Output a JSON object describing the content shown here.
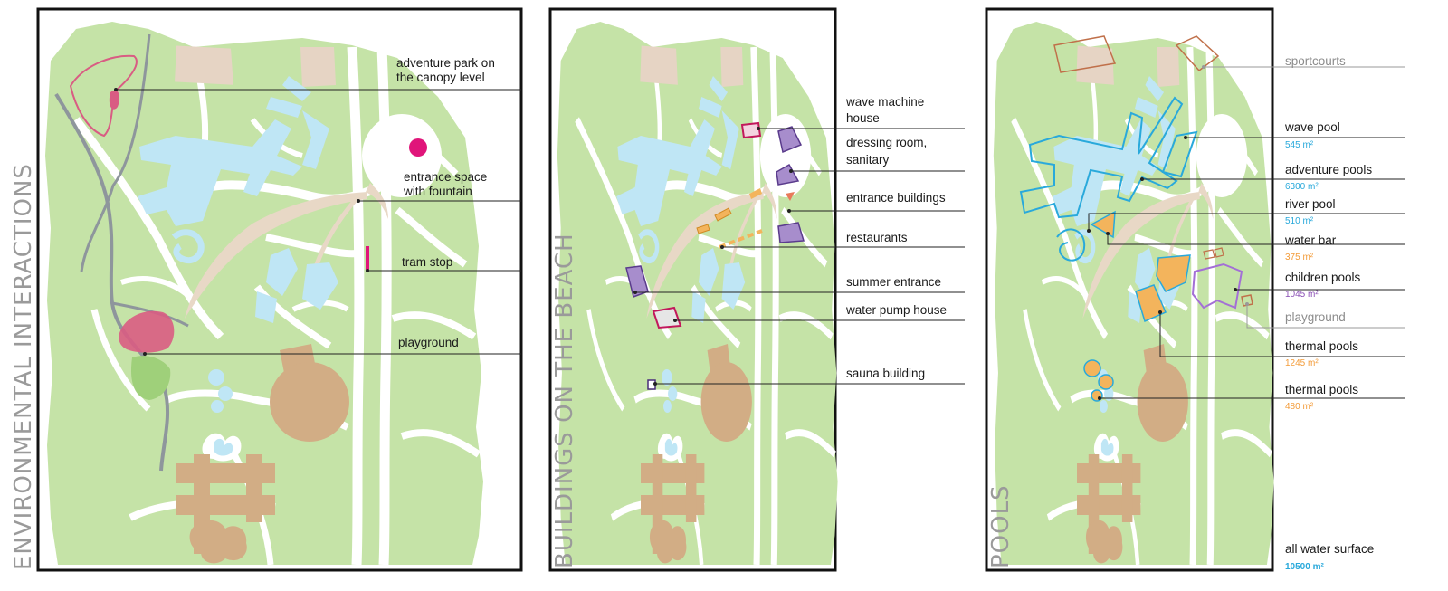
{
  "colors": {
    "grass": "#c5e3a7",
    "path": "#ffffff",
    "plaza": "#e8d8c6",
    "water": "#bfe6f5",
    "building": "#d2ad85",
    "court": "#e6d4c4",
    "frame": "#111111",
    "magenta": "#e0157a",
    "tram_road": "#8e969c",
    "pink_zone": "#d95c83",
    "violet": "#a78dcc",
    "orange": "#f3b45c",
    "area_blue": "#29a9db",
    "area_orange": "#f39c3a",
    "area_violet": "#8a4fb5"
  },
  "panels": [
    {
      "title": "ENVIRONMENTAL INTERACTIONS",
      "labels": [
        {
          "text_lines": [
            "adventure park on",
            "the canopy level"
          ]
        },
        {
          "text_lines": [
            "entrance space",
            "with fountain"
          ]
        },
        {
          "text_lines": [
            "tram stop"
          ]
        },
        {
          "text_lines": [
            "playground"
          ]
        }
      ]
    },
    {
      "title": "BUILDINGS ON THE BEACH",
      "labels": [
        {
          "text_lines": [
            "wave machine",
            "house"
          ]
        },
        {
          "text_lines": [
            "dressing room,",
            "sanitary"
          ]
        },
        {
          "text_lines": [
            "entrance buildings"
          ]
        },
        {
          "text_lines": [
            "restaurants"
          ]
        },
        {
          "text_lines": [
            "summer entrance"
          ]
        },
        {
          "text_lines": [
            "water pump house"
          ]
        },
        {
          "text_lines": [
            "sauna building"
          ]
        }
      ]
    },
    {
      "title": "POOLS",
      "labels": [
        {
          "text": "sportcourts",
          "area": "",
          "muted": true
        },
        {
          "text": "wave pool",
          "area": "545 m²"
        },
        {
          "text": "adventure pools",
          "area": "6300 m²"
        },
        {
          "text": "river pool",
          "area": "510 m²"
        },
        {
          "text": "water bar",
          "area": "375 m²"
        },
        {
          "text": "children pools",
          "area": "1045 m²"
        },
        {
          "text": "playground",
          "area": "",
          "muted": true
        },
        {
          "text": "thermal pools",
          "area": "1245 m²"
        },
        {
          "text": "thermal pools",
          "area": "480 m²"
        },
        {
          "text": "all water surface",
          "area": "10500 m²"
        }
      ]
    }
  ]
}
